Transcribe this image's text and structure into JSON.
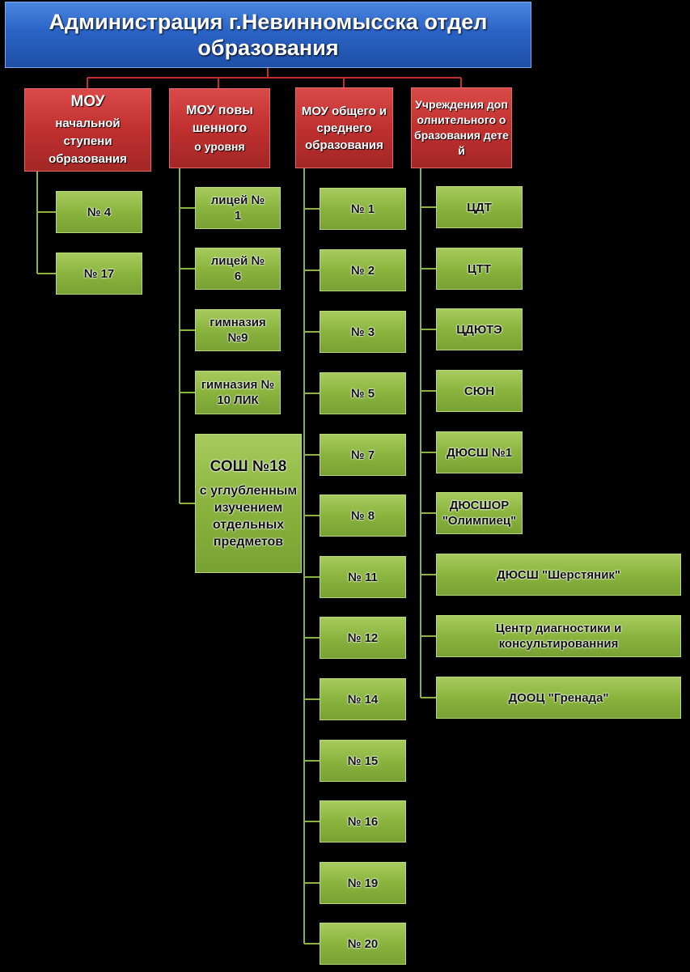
{
  "title": "Администрация г.Невинномысска отдел образования",
  "colors": {
    "title_fill": "#2a63c6",
    "category_fill": "#c0302f",
    "item_fill": "#8ab43e",
    "connector_top": "#c0302f",
    "connector_items": "#8ab43e",
    "background": "#000000"
  },
  "columns": [
    {
      "header_lines": [
        "МОУ",
        "начальной ступени образования"
      ],
      "items": [
        "№ 4",
        "№ 17"
      ]
    },
    {
      "header_lines": [
        "МОУ повышенного",
        "о уровня"
      ],
      "items": [
        "лицей № 1",
        "лицей № 6",
        "гимназия №9",
        "гимназия № 10 ЛИК"
      ],
      "special_item": {
        "head": "СОШ №18",
        "body": "с углубленным изучением отдельных предметов"
      }
    },
    {
      "header_lines": [
        "МОУ общего и среднего образования"
      ],
      "items": [
        "№ 1",
        "№ 2",
        "№ 3",
        "№ 5",
        "№ 7",
        "№ 8",
        "№ 11",
        "№ 12",
        "№ 14",
        "№ 15",
        "№ 16",
        "№ 19",
        "№ 20"
      ]
    },
    {
      "header_lines": [
        "Учреждения дополнительного образования детей"
      ],
      "items": [
        "ЦДТ",
        "ЦТТ",
        "ЦДЮТЭ",
        "СЮН",
        "ДЮСШ №1",
        "ДЮСШОР \"Олимпиец\"",
        "ДЮСШ \"Шерстяник\"",
        "Центр диагностики и консультированния",
        "ДООЦ \"Гренада\""
      ]
    }
  ]
}
